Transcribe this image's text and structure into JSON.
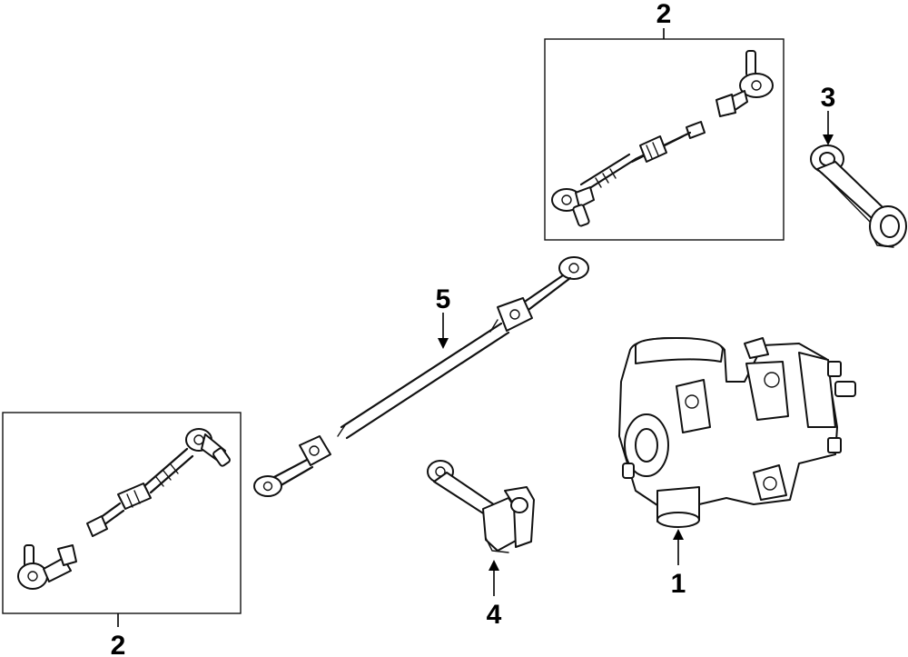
{
  "callouts": {
    "steering_gear": "1",
    "tie_rod_upper": "2",
    "pitman_arm": "3",
    "idler_arm": "4",
    "center_link": "5",
    "tie_rod_lower": "2"
  }
}
